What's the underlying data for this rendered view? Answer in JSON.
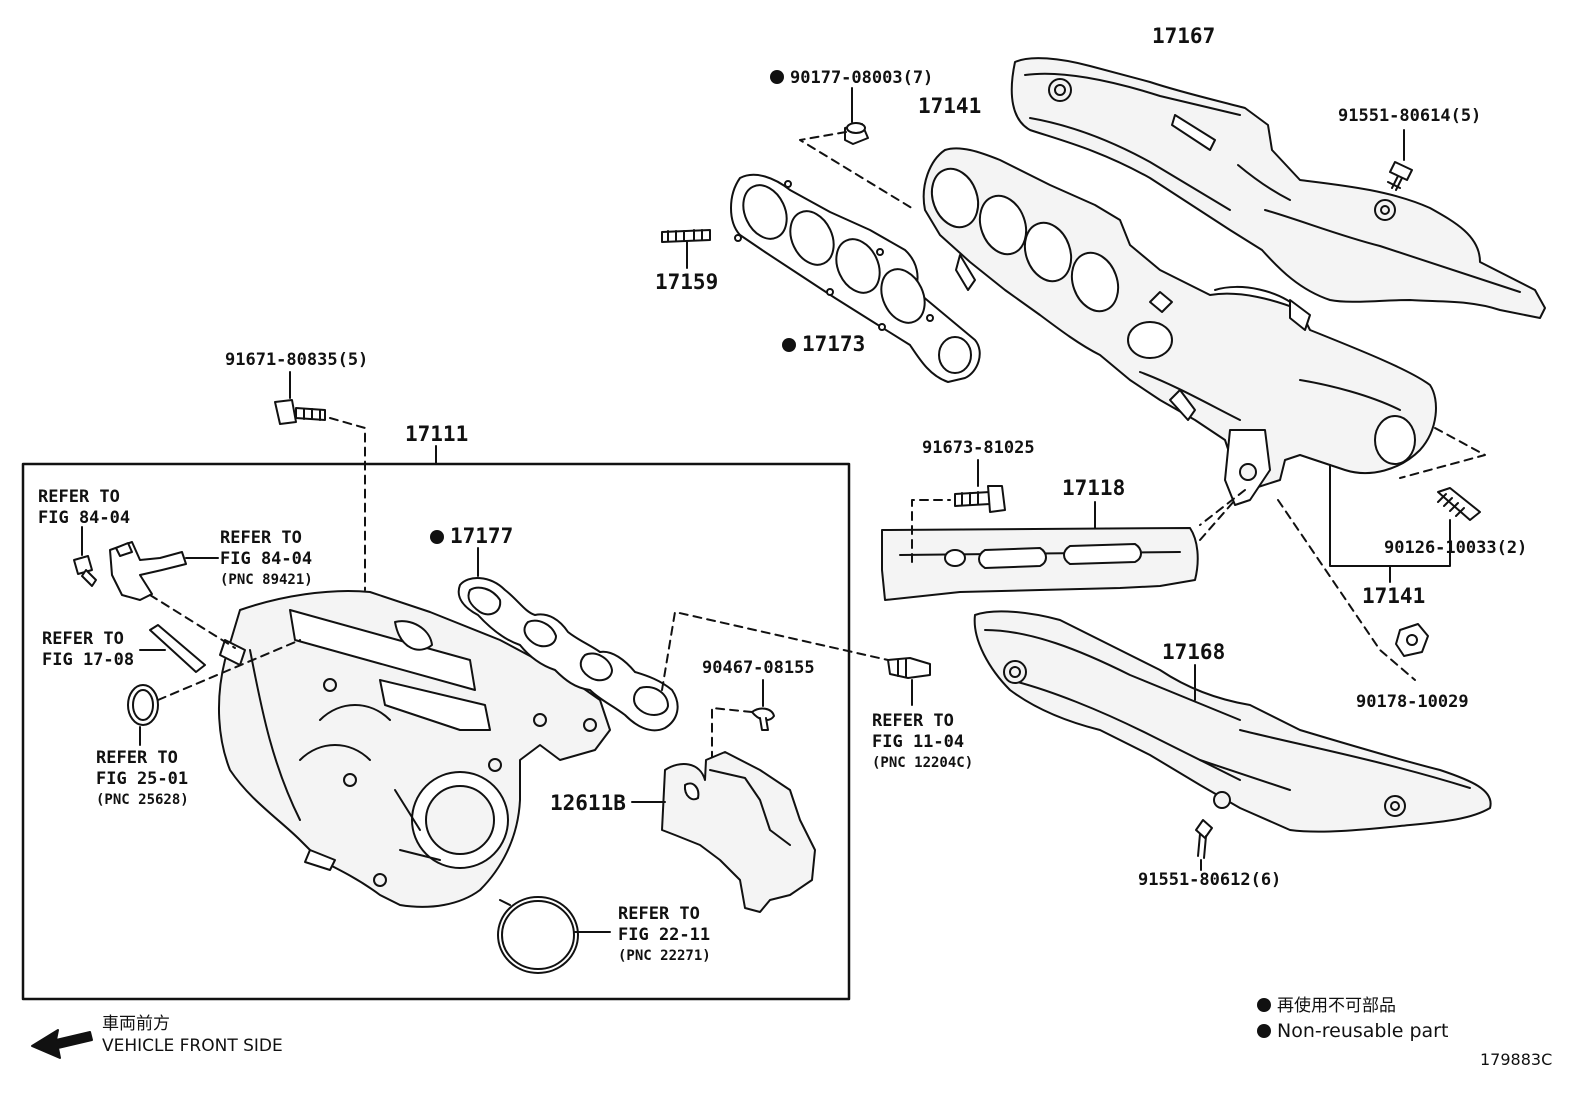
{
  "parts": {
    "p17167": "17167",
    "p90177": "90177-08003(7)",
    "p17141_top": "17141",
    "p91551_614": "91551-80614(5)",
    "p17159": "17159",
    "p17173": "17173",
    "p91671": "91671-80835(5)",
    "p17111": "17111",
    "p91673": "91673-81025",
    "p17118": "17118",
    "p17177": "17177",
    "p90126": "90126-10033(2)",
    "p17141_bot": "17141",
    "p17168": "17168",
    "p90467": "90467-08155",
    "p90178": "90178-10029",
    "p12611B": "12611B",
    "p91551_612": "91551-80612(6)"
  },
  "refs": {
    "r1": {
      "line1": "REFER TO",
      "line2": "FIG 84-04",
      "pnc": ""
    },
    "r2": {
      "line1": "REFER TO",
      "line2": "FIG 84-04",
      "pnc": "(PNC 89421)"
    },
    "r3": {
      "line1": "REFER TO",
      "line2": "FIG 17-08",
      "pnc": ""
    },
    "r4": {
      "line1": "REFER TO",
      "line2": "FIG 25-01",
      "pnc": "(PNC 25628)"
    },
    "r5": {
      "line1": "REFER TO",
      "line2": "FIG 11-04",
      "pnc": "(PNC 12204C)"
    },
    "r6": {
      "line1": "REFER TO",
      "line2": "FIG 22-11",
      "pnc": "(PNC 22271)"
    }
  },
  "footer": {
    "vehicle_jp": "車両前方",
    "vehicle_en": "VEHICLE FRONT SIDE",
    "legend_jp": "再使用不可部品",
    "legend_en": "Non-reusable part",
    "code": "179883C"
  },
  "colors": {
    "ink": "#111111",
    "fill": "#f4f4f4"
  }
}
